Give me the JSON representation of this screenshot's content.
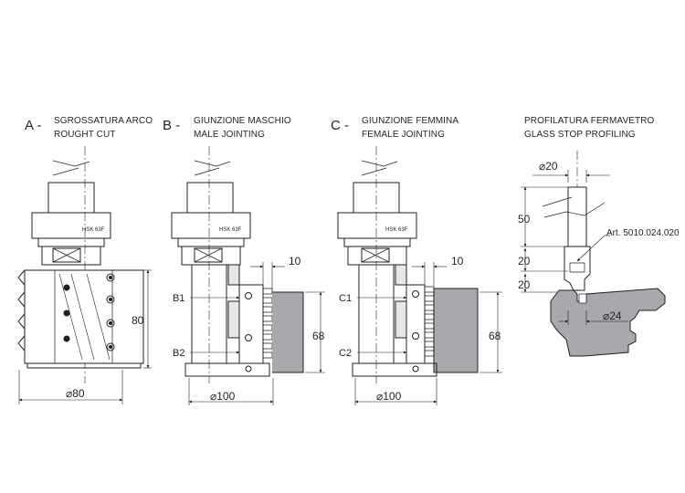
{
  "panels": [
    {
      "letter": "A -",
      "title_it": "SGROSSATURA ARCO",
      "title_en": "ROUGHT CUT"
    },
    {
      "letter": "B -",
      "title_it": "GIUNZIONE MASCHIO",
      "title_en": "MALE JOINTING"
    },
    {
      "letter": "C -",
      "title_it": "GIUNZIONE FEMMINA",
      "title_en": "FEMALE JOINTING"
    },
    {
      "letter": "",
      "title_it": "PROFILATURA FERMAVETRO",
      "title_en": "GLASS STOP PROFILING"
    }
  ],
  "holder_label": "HSK 63F",
  "dims": {
    "a_height": "80",
    "a_diameter": "⌀80",
    "b_width": "10",
    "b_height": "68",
    "b_diameter": "⌀100",
    "b_label_1": "B1",
    "b_label_2": "B2",
    "c_width": "10",
    "c_height": "68",
    "c_diameter": "⌀100",
    "c_label_1": "C1",
    "c_label_2": "C2",
    "d_top_diameter": "⌀20",
    "d_shank": "50",
    "d_art": "Art. 5010.024.020",
    "d_dim_1": "20",
    "d_dim_2": "20",
    "d_bottom_diameter": "⌀24"
  },
  "colors": {
    "line": "#231f20",
    "fill_gray": "#a7a9ac",
    "fill_light": "#e6e7e8"
  }
}
